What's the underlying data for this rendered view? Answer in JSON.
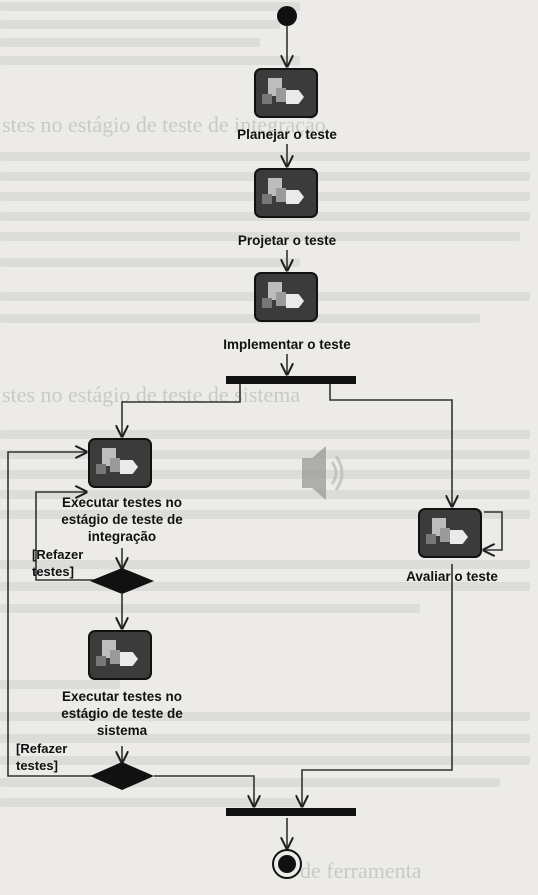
{
  "nodes": {
    "planejar": "Planejar o teste",
    "projetar": "Projetar o teste",
    "implementar": "Implementar o teste",
    "exec_integracao": [
      "Executar testes no",
      "estágio de teste de",
      "integração"
    ],
    "exec_sistema": [
      "Executar testes no",
      "estágio de teste de",
      "sistema"
    ],
    "avaliar": "Avaliar o teste"
  },
  "guards": {
    "refazer_1": [
      "[Refazer",
      "testes]"
    ],
    "refazer_2": [
      "[Refazer",
      "testes]"
    ]
  },
  "background": {
    "heading_1": "stes no estágio de teste de integração",
    "heading_2": "stes no estágio de teste de sistema",
    "heading_3": "de ferramenta"
  }
}
